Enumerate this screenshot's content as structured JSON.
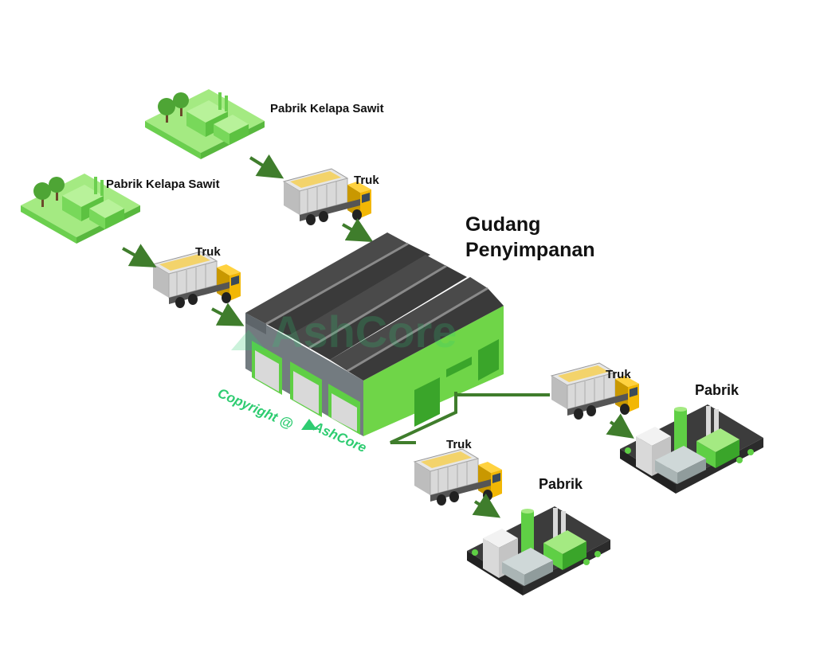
{
  "nodes": {
    "mill_top": {
      "label": "Pabrik Kelapa Sawit"
    },
    "mill_left": {
      "label": "Pabrik Kelapa Sawit"
    },
    "truck_1": {
      "label": "Truk"
    },
    "truck_2": {
      "label": "Truk"
    },
    "truck_3": {
      "label": "Truk"
    },
    "truck_4": {
      "label": "Truk"
    },
    "warehouse": {
      "label_line1": "Gudang",
      "label_line2": "Penyimpanan"
    },
    "factory_right": {
      "label": "Pabrik"
    },
    "factory_bottom": {
      "label": "Pabrik"
    }
  },
  "watermark": {
    "brand": "AshCore",
    "copyright": "Copyright @"
  },
  "colors": {
    "arrow": "#3f7d2c",
    "green_light": "#8be26b",
    "green_mid": "#5fcf45",
    "green_dark": "#3aa52a",
    "roof": "#4a4a4a",
    "truck_yellow": "#f2b705",
    "watermark": "#2ecc71"
  }
}
